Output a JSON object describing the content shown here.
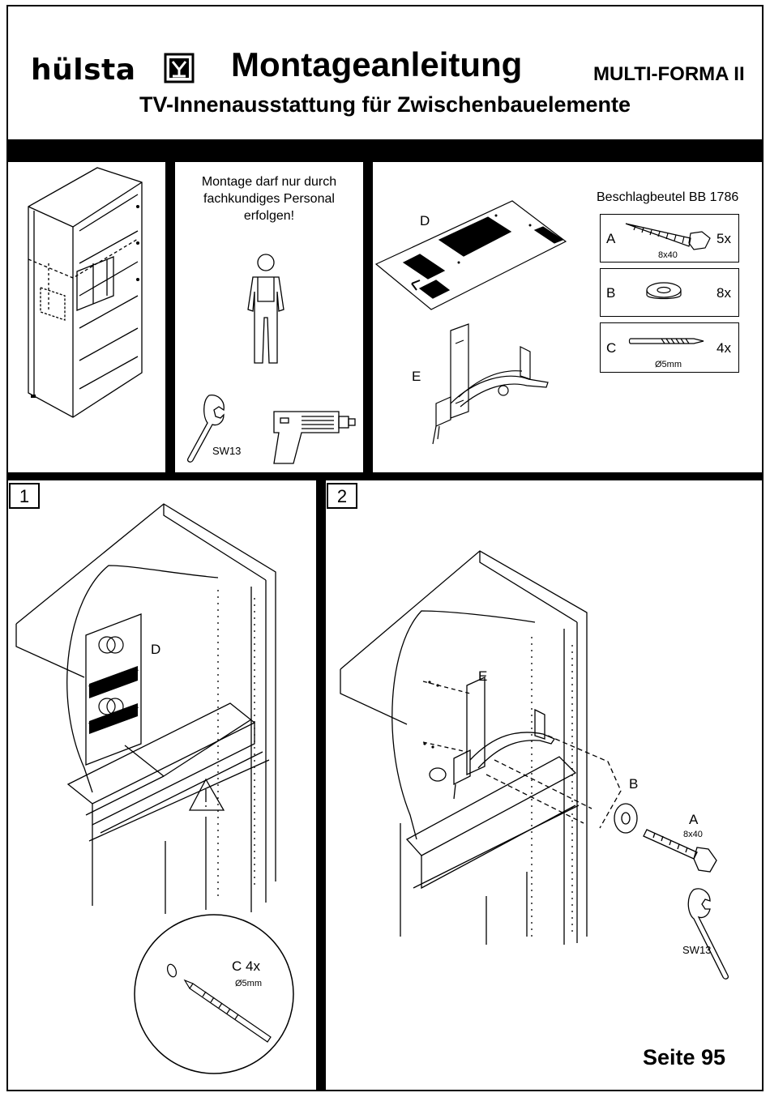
{
  "header": {
    "brand": "hülsta",
    "title": "Montageanleitung",
    "model": "MULTI-FORMA II",
    "subtitle": "TV-Innenausstattung für Zwischenbauelemente"
  },
  "notice": {
    "text_line1": "Montage darf nur durch",
    "text_line2": "fachkundiges Personal",
    "text_line3": "erfolgen!",
    "wrench_label": "SW13"
  },
  "parts": {
    "bag_title": "Beschlagbeutel BB 1786",
    "template_label": "D",
    "bracket_label": "E",
    "items": [
      {
        "letter": "A",
        "qty": "5x",
        "spec": "8x40"
      },
      {
        "letter": "B",
        "qty": "8x",
        "spec": ""
      },
      {
        "letter": "C",
        "qty": "4x",
        "spec": "Ø5mm"
      }
    ]
  },
  "step1": {
    "number": "1",
    "template_label": "D",
    "drill_label": "C 4x",
    "drill_spec": "Ø5mm"
  },
  "step2": {
    "number": "2",
    "bracket_label": "E",
    "washer_label": "B",
    "screw_label": "A",
    "screw_spec": "8x40",
    "wrench_label": "SW13"
  },
  "footer": {
    "page": "Seite 95"
  }
}
